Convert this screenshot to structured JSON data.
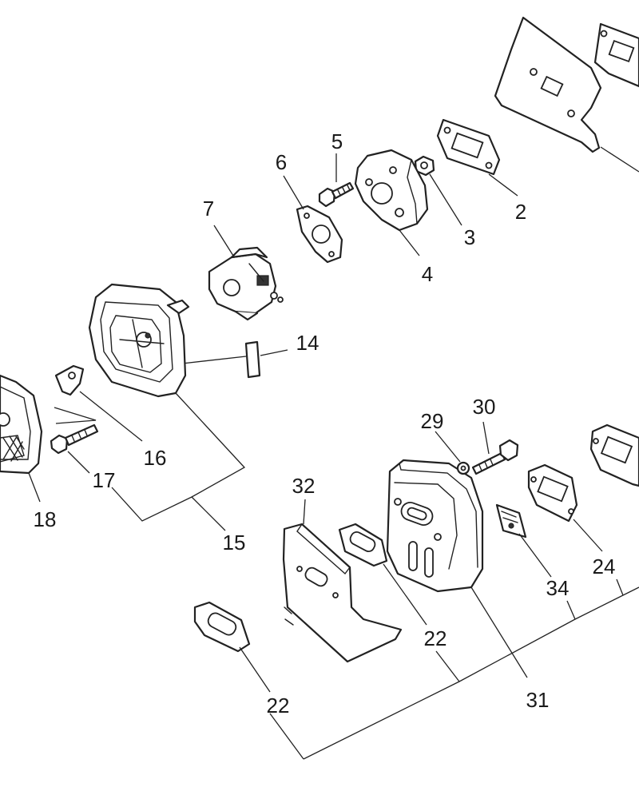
{
  "callouts": [
    {
      "id": "c2",
      "label": "2"
    },
    {
      "id": "c3",
      "label": "3"
    },
    {
      "id": "c4",
      "label": "4"
    },
    {
      "id": "c5",
      "label": "5"
    },
    {
      "id": "c6",
      "label": "6"
    },
    {
      "id": "c7",
      "label": "7"
    },
    {
      "id": "c14",
      "label": "14"
    },
    {
      "id": "c15",
      "label": "15"
    },
    {
      "id": "c16",
      "label": "16"
    },
    {
      "id": "c17",
      "label": "17"
    },
    {
      "id": "c18",
      "label": "18"
    },
    {
      "id": "c22a",
      "label": "22"
    },
    {
      "id": "c22b",
      "label": "22"
    },
    {
      "id": "c24",
      "label": "24"
    },
    {
      "id": "c29",
      "label": "29"
    },
    {
      "id": "c30",
      "label": "30"
    },
    {
      "id": "c31",
      "label": "31"
    },
    {
      "id": "c32",
      "label": "32"
    },
    {
      "id": "c34",
      "label": "34"
    }
  ]
}
